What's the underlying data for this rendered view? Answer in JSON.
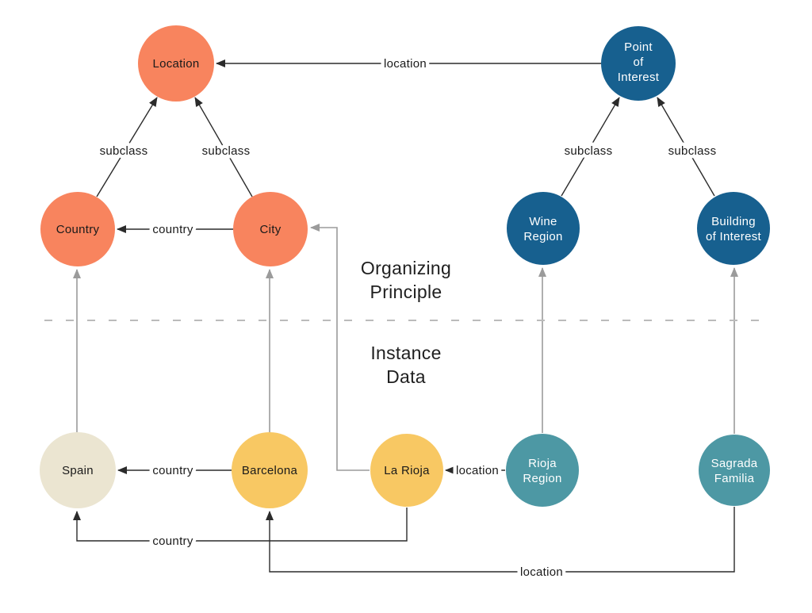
{
  "colors": {
    "class_salmon": "#F8845E",
    "class_blue": "#17608F",
    "instance_cream": "#EBE5D1",
    "instance_yellow": "#F8C863",
    "instance_teal": "#4D98A4",
    "edge_dark": "#2B2B2B",
    "edge_gray": "#9B9B9B",
    "divider_gray": "#BBBBBB",
    "text_dark": "#1A1A1A",
    "text_light": "#FFFFFF"
  },
  "sections": {
    "top_line1": "Organizing",
    "top_line2": "Principle",
    "bottom_line1": "Instance",
    "bottom_line2": "Data"
  },
  "nodes": {
    "location": {
      "label": "Location"
    },
    "point_of_interest": {
      "line1": "Point",
      "line2": "of",
      "line3": "Interest"
    },
    "country": {
      "label": "Country"
    },
    "city": {
      "label": "City"
    },
    "wine_region": {
      "line1": "Wine",
      "line2": "Region"
    },
    "building_of_interest": {
      "line1": "Building",
      "line2": "of Interest"
    },
    "spain": {
      "label": "Spain"
    },
    "barcelona": {
      "label": "Barcelona"
    },
    "la_rioja": {
      "label": "La Rioja"
    },
    "rioja_region": {
      "line1": "Rioja",
      "line2": "Region"
    },
    "sagrada_familia": {
      "line1": "Sagrada",
      "line2": "Familia"
    }
  },
  "edges": {
    "poi_to_location": "location",
    "country_to_location": "subclass",
    "city_to_location": "subclass",
    "wine_to_poi": "subclass",
    "building_to_poi": "subclass",
    "city_to_country": "country",
    "barcelona_to_spain": "country",
    "rioja_to_larioja": "location",
    "larioja_to_spain": "country",
    "sagrada_to_barcelona": "location"
  }
}
